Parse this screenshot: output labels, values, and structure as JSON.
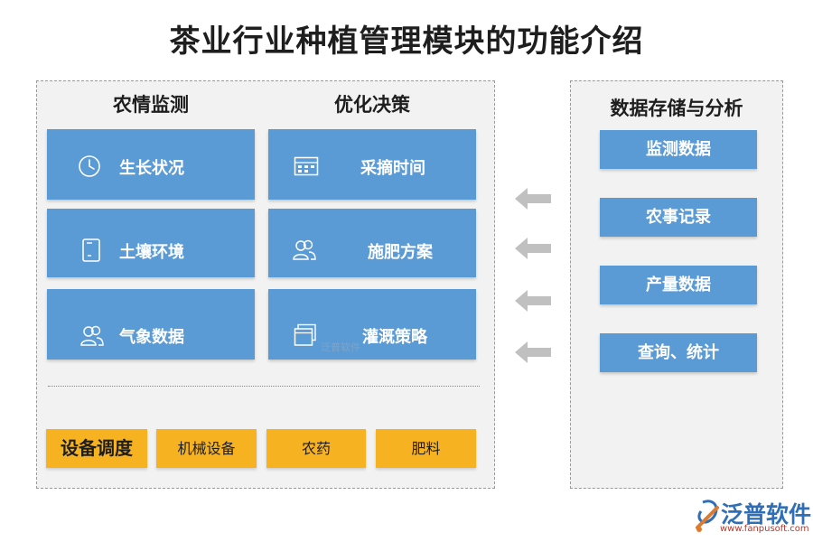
{
  "title": "茶业行业种植管理模块的功能介绍",
  "left_panel": {
    "col1_heading": "农情监测",
    "col2_heading": "优化决策",
    "monitoring": [
      {
        "label": "生长状况",
        "icon": "clock-icon"
      },
      {
        "label": "土壤环境",
        "icon": "tablet-icon"
      },
      {
        "label": "气象数据",
        "icon": "people-icon"
      }
    ],
    "decisions": [
      {
        "label": "采摘时间",
        "icon": "calendar-icon"
      },
      {
        "label": "施肥方案",
        "icon": "users-icon"
      },
      {
        "label": "灌溉策略",
        "icon": "windows-icon"
      }
    ],
    "equipment": {
      "heading": "设备调度",
      "items": [
        "机械设备",
        "农药",
        "肥料"
      ]
    }
  },
  "right_panel": {
    "heading": "数据存储与分析",
    "items": [
      "监测数据",
      "农事记录",
      "产量数据",
      "查询、统计"
    ]
  },
  "watermark": "泛普软件",
  "logo": {
    "name": "泛普软件",
    "url": "www.fanpusoft.com"
  },
  "colors": {
    "tile_blue": "#5b9bd5",
    "equipment_yellow": "#f6b221",
    "panel_bg": "#f2f2f2",
    "arrow_gray": "#c0c0c0"
  }
}
